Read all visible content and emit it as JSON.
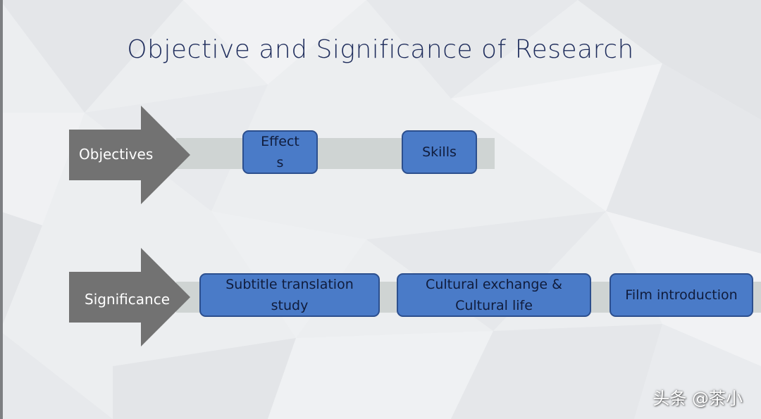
{
  "slide": {
    "title": "Objective and Significance of Research"
  },
  "objectives": {
    "label": "Objectives",
    "items": [
      {
        "lines": [
          "Effect",
          "s"
        ]
      },
      {
        "lines": [
          "Skills"
        ]
      }
    ]
  },
  "significance": {
    "label": "Significance",
    "items": [
      {
        "lines": [
          "Subtitle translation",
          "study"
        ]
      },
      {
        "lines": [
          "Cultural exchange &",
          "Cultural life"
        ]
      },
      {
        "lines": [
          "Film introduction"
        ]
      }
    ]
  },
  "watermark": {
    "text": "头条 @茶小"
  },
  "colors": {
    "arrow": "#727272",
    "band": "#cfd4d3",
    "box_fill": "#4a7bc8",
    "box_border": "#2c4f8e",
    "title": "#1f2d5c"
  }
}
